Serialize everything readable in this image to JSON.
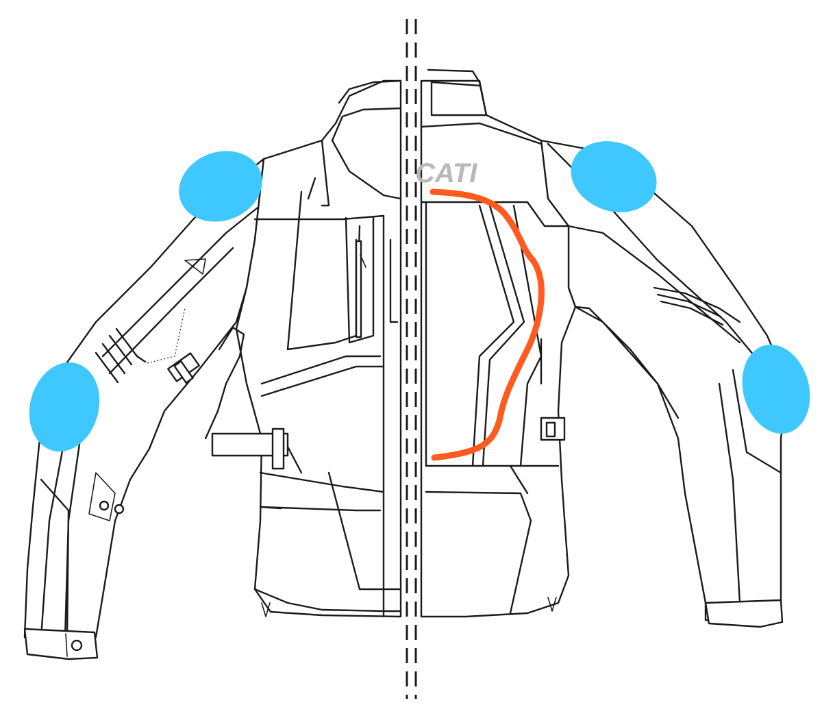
{
  "diagram": {
    "logo_text": "CATI",
    "colors": {
      "padding": "#3ec8ff",
      "spine_protector": "#ff5a1f",
      "outline": "#1a1a1a",
      "logo": "#b8b8b8",
      "background": "#ffffff"
    },
    "views": [
      "front-half",
      "back-half"
    ],
    "highlights": {
      "shoulder_pads": 2,
      "elbow_pads": 2,
      "back_protector": 1
    }
  }
}
